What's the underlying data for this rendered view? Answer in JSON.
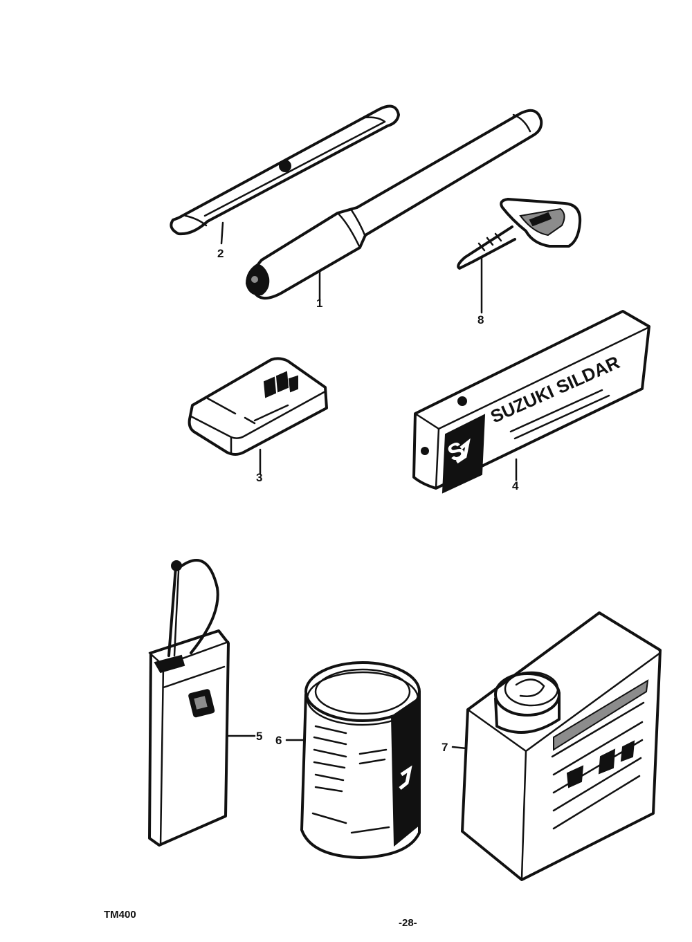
{
  "callouts": [
    "1",
    "2",
    "3",
    "4",
    "5",
    "6",
    "7",
    "8"
  ],
  "box_text": {
    "brand_title": "SUZUKI SILDAR",
    "logo_letter": "S"
  },
  "page": {
    "model_code": "TM400",
    "page_number": "-28-"
  },
  "colors": {
    "ink": "#111111",
    "paper": "#ffffff",
    "shade": "#8c8c8c"
  }
}
